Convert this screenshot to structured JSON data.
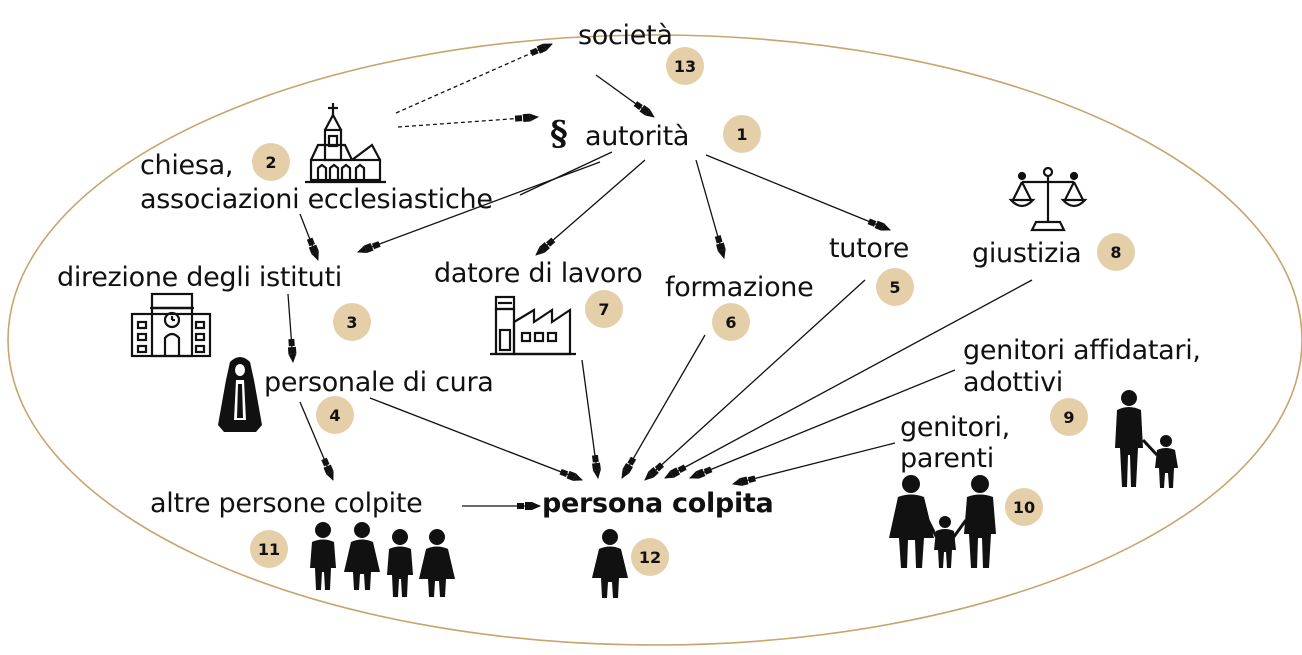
{
  "labels": {
    "societa": "società",
    "autorita_symbol": "§",
    "autorita": "autorità",
    "chiesa_line1": "chiesa,",
    "chiesa_line2": "associazioni ecclesiastiche",
    "direzione": "direzione degli istituti",
    "datore": "datore di lavoro",
    "formazione": "formazione",
    "tutore": "tutore",
    "giustizia": "giustizia",
    "personale": "personale di cura",
    "genitori_affidatari_line1": "genitori affidatari,",
    "genitori_affidatari_line2": "adottivi",
    "genitori_line1": "genitori,",
    "genitori_line2": "parenti",
    "altre": "altre persone colpite",
    "persona": "persona colpita"
  },
  "badges": {
    "autorita": "1",
    "chiesa": "2",
    "direzione": "3",
    "personale": "4",
    "tutore": "5",
    "formazione": "6",
    "datore": "7",
    "giustizia": "8",
    "genitori_affidatari": "9",
    "genitori": "10",
    "altre": "11",
    "persona": "12",
    "societa": "13"
  },
  "colors": {
    "badge": "#e5cfa8",
    "ellipse": "#c8a46e",
    "line": "#111111"
  },
  "icons": {
    "church": "church-icon",
    "building": "school-building-icon",
    "factory": "factory-icon",
    "scales": "scales-of-justice-icon",
    "nun": "nun-icon",
    "parent_child": "parent-child-icon",
    "family": "family-icon",
    "group": "group-of-people-icon",
    "person": "person-icon"
  }
}
